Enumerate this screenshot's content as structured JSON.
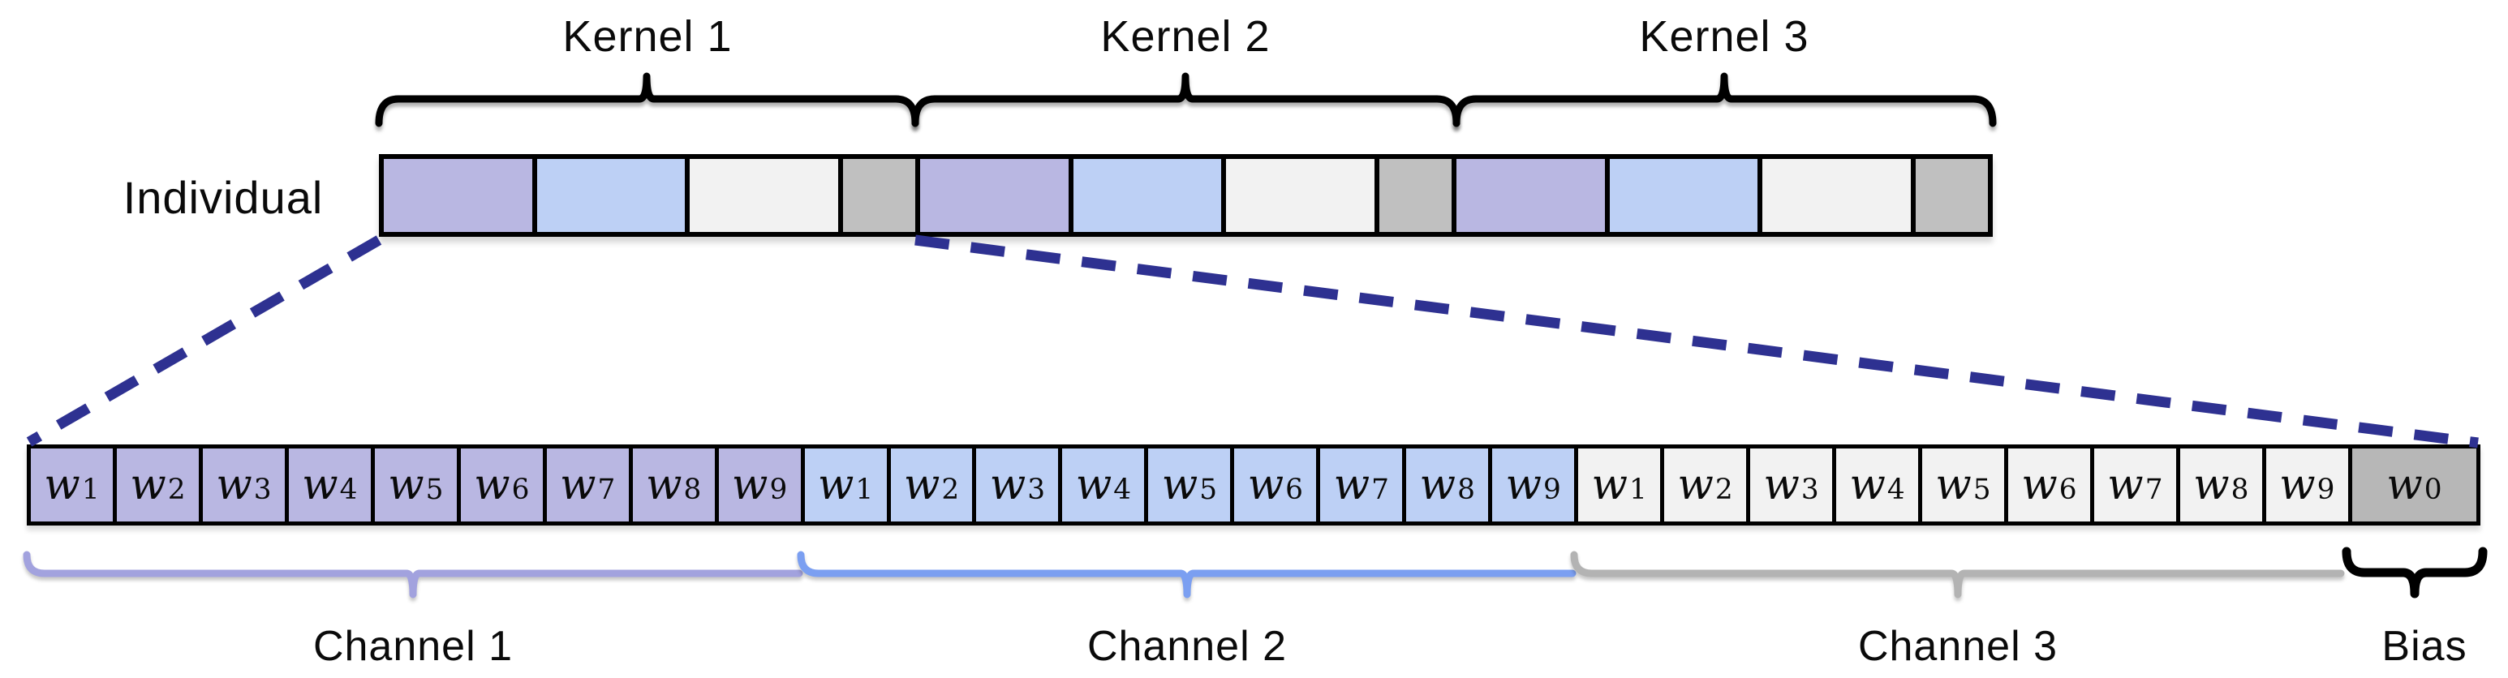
{
  "individual": {
    "label": "Individual"
  },
  "kernels": [
    {
      "label": "Kernel 1"
    },
    {
      "label": "Kernel 2"
    },
    {
      "label": "Kernel 3"
    }
  ],
  "top_bar": {
    "segment_colors": [
      "#b9b7e2",
      "#bdd0f5",
      "#f2f2f2",
      "#c0c0c0"
    ]
  },
  "channels": [
    {
      "label": "Channel 1",
      "cell_color": "#b9b7e2",
      "brace_color": "#a2a2de",
      "weight_symbol": "w",
      "weight_indices": [
        1,
        2,
        3,
        4,
        5,
        6,
        7,
        8,
        9
      ]
    },
    {
      "label": "Channel 2",
      "cell_color": "#bdd0f5",
      "brace_color": "#7b9ff1",
      "weight_symbol": "w",
      "weight_indices": [
        1,
        2,
        3,
        4,
        5,
        6,
        7,
        8,
        9
      ]
    },
    {
      "label": "Channel 3",
      "cell_color": "#f2f2f2",
      "brace_color": "#b3b3b3",
      "weight_symbol": "w",
      "weight_indices": [
        1,
        2,
        3,
        4,
        5,
        6,
        7,
        8,
        9
      ]
    }
  ],
  "bias": {
    "label": "Bias",
    "weight_symbol": "w",
    "weight_index": 0,
    "cell_color": "#b7b7b7",
    "brace_color": "#000000"
  },
  "annotation": {
    "dash_color": "#2e3191",
    "brace_black": "#000000"
  }
}
